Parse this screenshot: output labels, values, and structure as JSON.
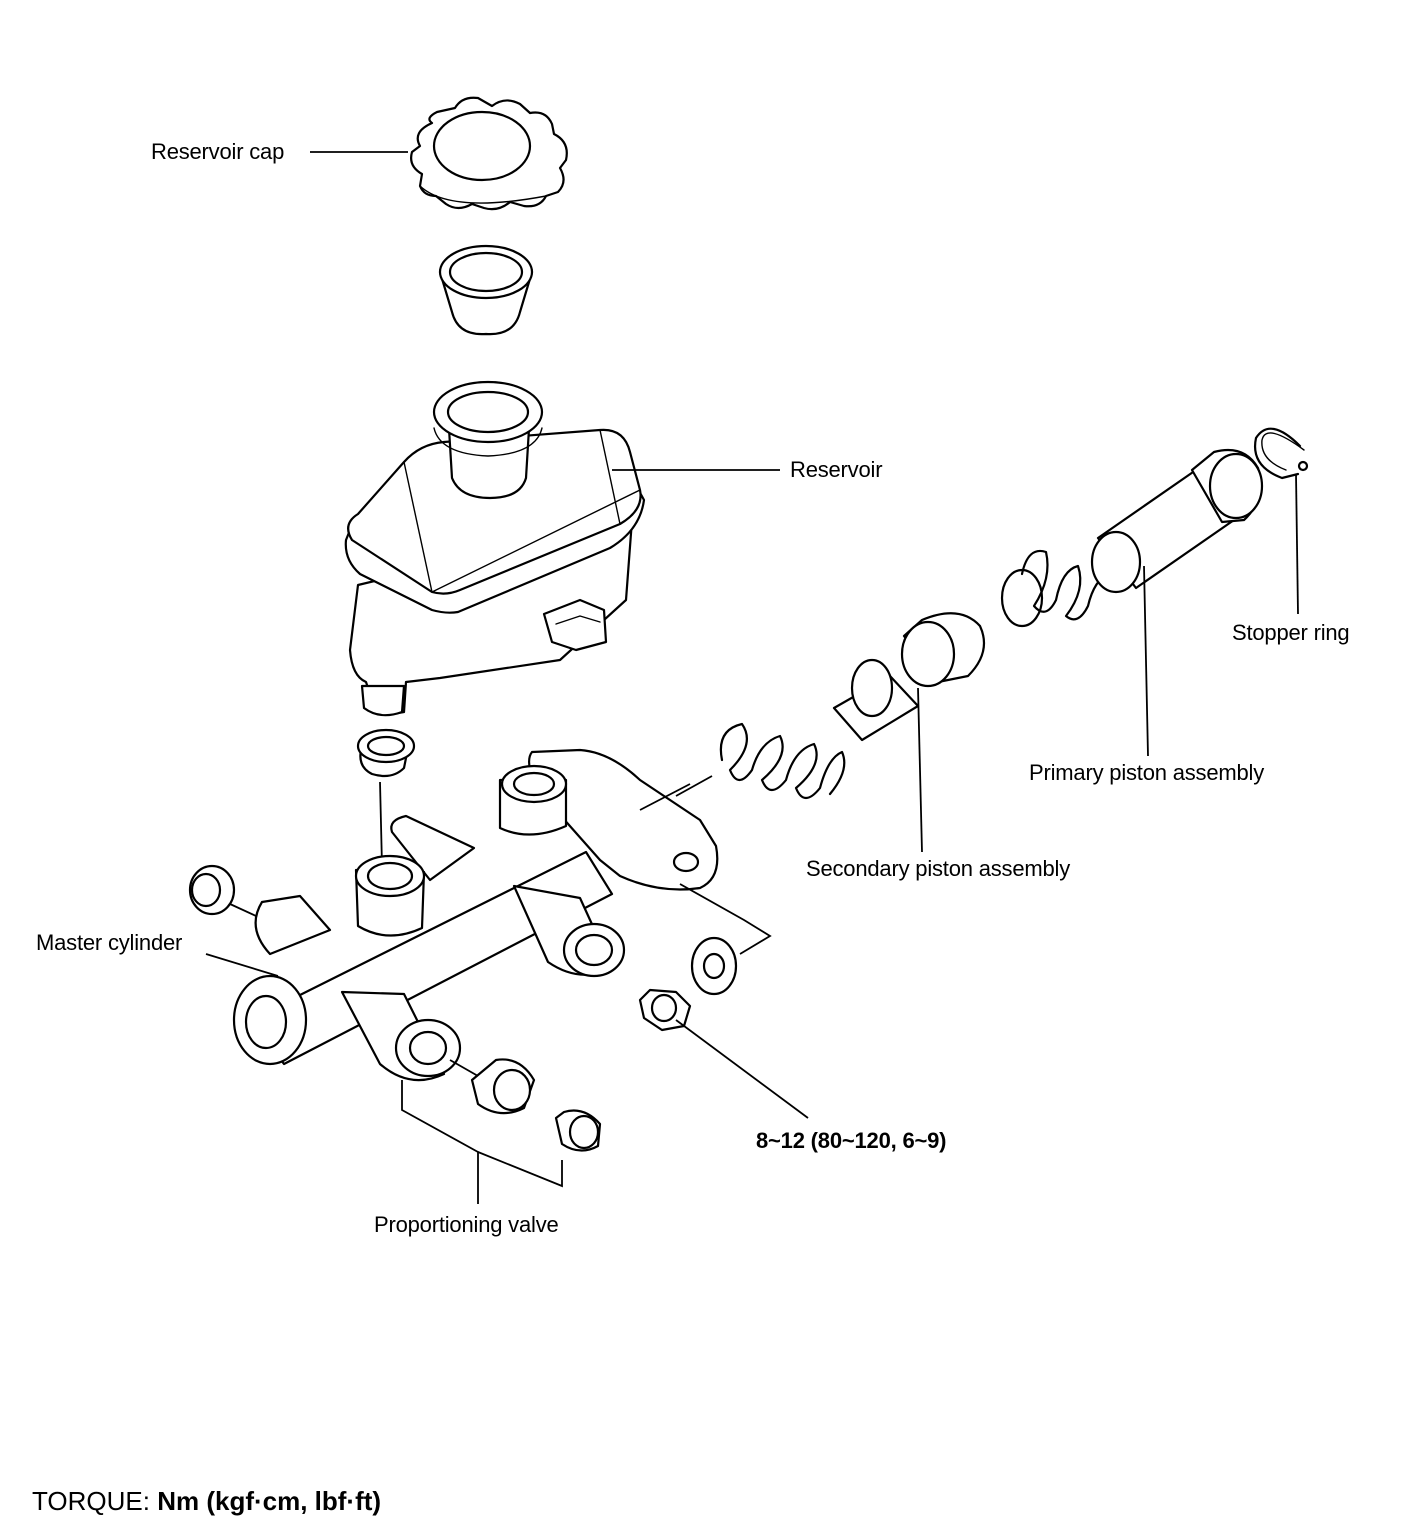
{
  "labels": {
    "reservoir_cap": "Reservoir cap",
    "reservoir": "Reservoir",
    "stopper_ring": "Stopper ring",
    "primary_piston": "Primary piston assembly",
    "secondary_piston": "Secondary piston assembly",
    "master_cylinder": "Master cylinder",
    "proportioning_valve": "Proportioning valve",
    "torque_value": "8~12 (80~120, 6~9)"
  },
  "torque_note": {
    "lead": "TORQUE: ",
    "units": "Nm (kgf·cm, lbf·ft)"
  }
}
